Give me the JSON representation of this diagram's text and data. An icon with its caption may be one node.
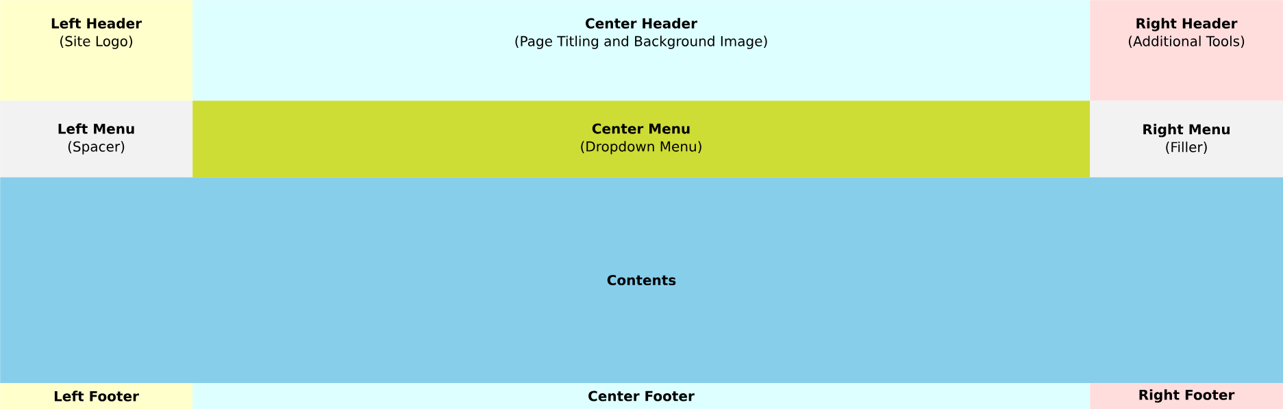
{
  "diagram": {
    "nodes": [
      {
        "text": [
          "Left Header",
          "(Site Logo)"
        ]
      },
      {
        "text": [
          "Center Header",
          "(Page Titling and Background Image)"
        ]
      },
      {
        "text": [
          "Right Header",
          "(Additional Tools)"
        ]
      },
      {
        "text": [
          "Left Menu",
          "(Spacer)"
        ]
      },
      {
        "text": [
          "Center Menu",
          "(Dropdown Menu)"
        ]
      },
      {
        "text": [
          "Right Menu",
          "(Filler)"
        ]
      },
      {
        "text": [
          "Contents"
        ]
      },
      {
        "text": [
          "Left Footer"
        ]
      },
      {
        "text": [
          "Center Footer"
        ]
      },
      {
        "text": [
          "Right Footer"
        ]
      }
    ]
  }
}
